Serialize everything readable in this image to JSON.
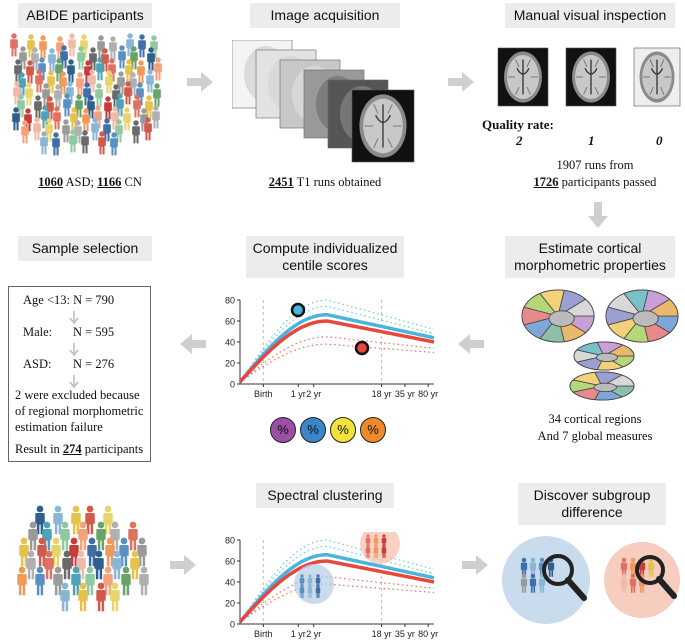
{
  "steps": {
    "abide": {
      "title": "ABIDE participants",
      "n_asd": "1060",
      "asd_text": " ASD; ",
      "n_cn": "1166",
      "cn_text": " CN"
    },
    "acquisition": {
      "title": "Image acquisition",
      "n_runs": "2451",
      "runs_text": " T1 runs obtained"
    },
    "inspection": {
      "title": "Manual visual inspection",
      "quality_label": "Quality rate:",
      "rates": [
        "2",
        "1",
        "0"
      ],
      "line1": "1907 runs from",
      "n_participants": "1726",
      "line2_text": " participants passed"
    },
    "cortical": {
      "title_line1": "Estimate cortical",
      "title_line2": "morphometric properties",
      "line1": "34 cortical regions",
      "line2": "And 7 global measures"
    },
    "centile": {
      "title_line1": "Compute individualized",
      "title_line2": "centile scores",
      "badges": [
        "%",
        "%",
        "%",
        "%"
      ]
    },
    "selection": {
      "title": "Sample selection",
      "lines": [
        {
          "label": "Age <13:",
          "value": "N = 790"
        },
        {
          "label": "Male:",
          "value": "N = 595"
        },
        {
          "label": "ASD:",
          "value": "N = 276"
        }
      ],
      "note_line1": "2 were excluded because",
      "note_line2": "of regional morphometric",
      "note_line3": "estimation failure",
      "result_prefix": "Result in ",
      "result_n": "274",
      "result_suffix": " participants"
    },
    "clustering": {
      "title": "Spectral clustering"
    },
    "subgroup": {
      "title_line1": "Discover subgroup",
      "title_line2": "difference"
    }
  },
  "chart_data": {
    "type": "line",
    "yticks": [
      "0",
      "20",
      "40",
      "60",
      "80"
    ],
    "xticks": [
      "Birth",
      "1 yr",
      "2 yr",
      "18 yr",
      "35 yr",
      "80 yr"
    ],
    "ylim": [
      0,
      80
    ],
    "series": [
      {
        "color": "#4ab5dc"
      },
      {
        "color": "#e8473c"
      }
    ]
  },
  "colors": {
    "blue": "#4ab5dc",
    "red": "#e8473c",
    "purple": "#9b4fa5",
    "midblue": "#3a86c8",
    "yellow": "#f2e23a",
    "orange": "#ef8a2a"
  }
}
